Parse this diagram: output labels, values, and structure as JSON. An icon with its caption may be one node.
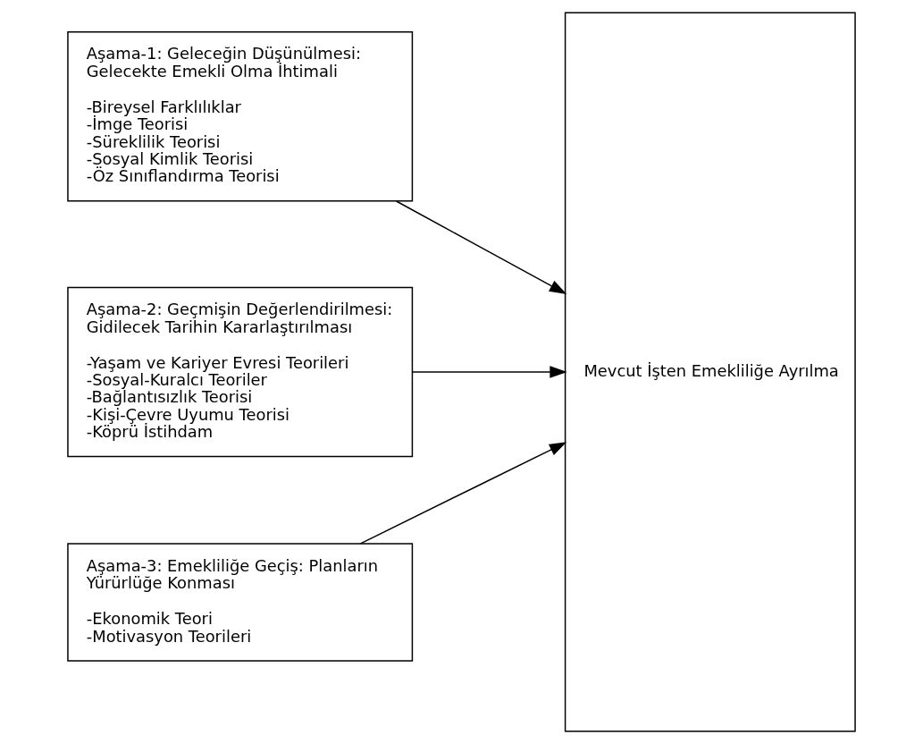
{
  "diagram": {
    "nodes": [
      {
        "text": [
          "Aşama-1: Geleceğin Düşünülmesi: Gelecekte Emekli Olma İhtimali",
          "-Bireysel Farklılıklar",
          "-İmge Teorisi",
          "-Süreklilik Teorisi",
          "-Sosyal Kimlik Teorisi",
          "-Öz Sınıflandırma Teorisi"
        ]
      },
      {
        "text": [
          "Aşama-2: Geçmişin Değerlendirilmesi: Gidilecek Tarihin Kararlaştırılması",
          "-Yaşam ve Kariyer Evresi Teorileri",
          "-Sosyal-Kuralcı Teoriler",
          "-Bağlantısızlık Teorisi",
          "-Kişi-Çevre Uyumu Teorisi",
          "-Köprü İstihdam"
        ]
      },
      {
        "text": [
          "Aşama-3: Emekliliğe Geçiş: Planların Yürürlüğe Konması",
          "-Ekonomik Teori",
          "-Motivasyon Teorileri"
        ]
      },
      {
        "text": [
          "Mevcut İşten Emekliliğe Ayrılma"
        ]
      }
    ],
    "edges": [
      {
        "from": 0,
        "to": 3,
        "arrow": "to"
      },
      {
        "from": 1,
        "to": 3,
        "arrow": "to"
      },
      {
        "from": 2,
        "to": 3,
        "arrow": "to"
      }
    ]
  }
}
